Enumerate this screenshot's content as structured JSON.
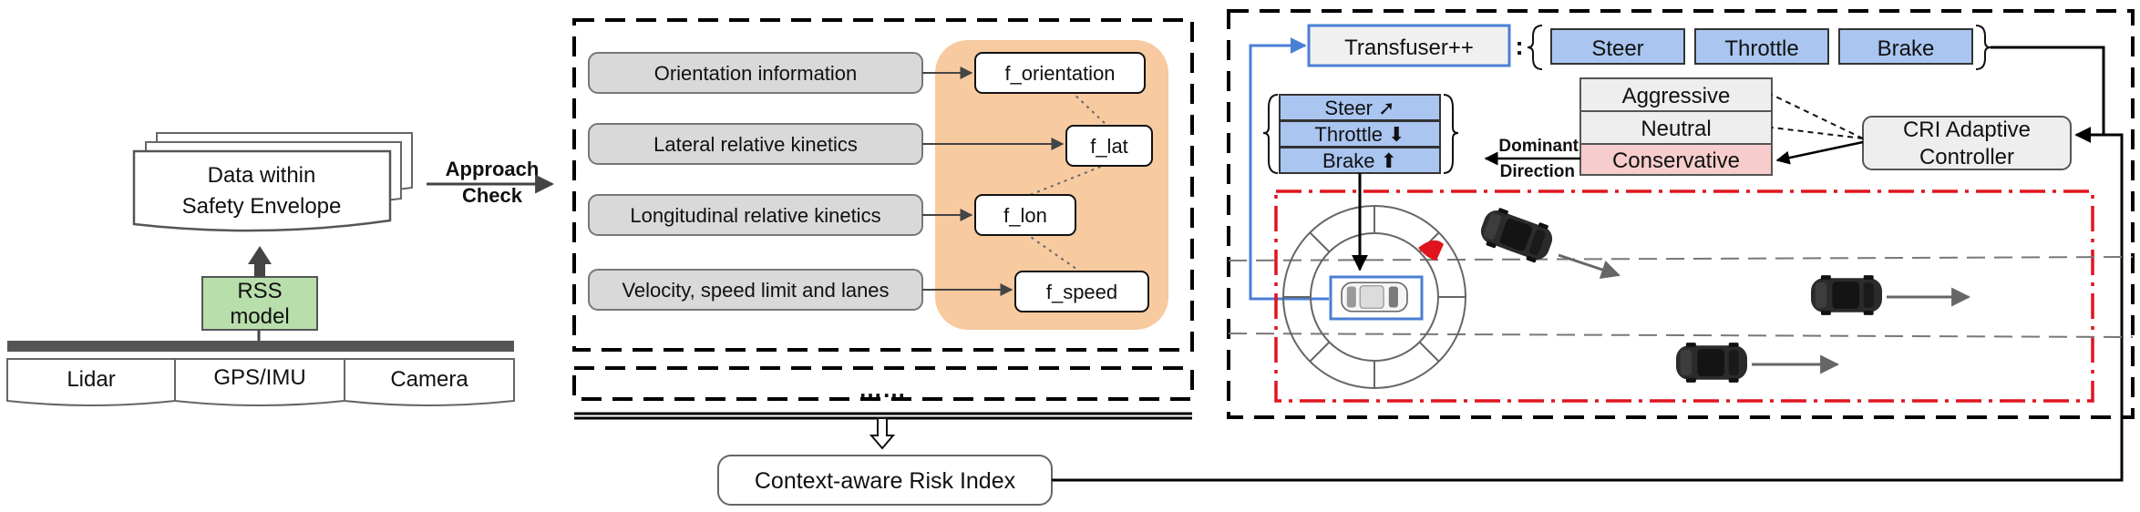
{
  "sensors": [
    "Lidar",
    "GPS/IMU",
    "Camera"
  ],
  "rss_model": {
    "line1": "RSS",
    "line2": "model"
  },
  "data_doc": {
    "line1": "Data within",
    "line2": "Safety Envelope"
  },
  "approach_check": {
    "line1": "Approach",
    "line2": "Check"
  },
  "features": [
    {
      "input": "Orientation information",
      "func": "f_orientation"
    },
    {
      "input": "Lateral relative kinetics",
      "func": "f_lat"
    },
    {
      "input": "Longitudinal relative kinetics",
      "func": "f_lon"
    },
    {
      "input": "Velocity, speed limit and lanes",
      "func": "f_speed"
    }
  ],
  "ellipsis": "……",
  "cri": "Context-aware Risk Index",
  "transfuser": "Transfuser++",
  "colon": ":",
  "tf_outputs": [
    "Steer",
    "Throttle",
    "Brake"
  ],
  "adjusted_outputs": [
    "Steer ➚",
    "Throttle ⬇",
    "Brake ⬆"
  ],
  "dominant_direction": {
    "line1": "Dominant",
    "line2": "Direction"
  },
  "modes": [
    "Aggressive",
    "Neutral",
    "Conservative"
  ],
  "controller": {
    "line1": "CRI Adaptive",
    "line2": "Controller"
  },
  "colors": {
    "blue_fill": "#a9c5f0",
    "blue_border": "#4a7fd6",
    "green_fill": "#b8deab",
    "orange_fill": "#f7caa0",
    "grey_fill": "#d9d9d9",
    "pink_fill": "#f6cccc",
    "red_dash": "#e0141e"
  }
}
